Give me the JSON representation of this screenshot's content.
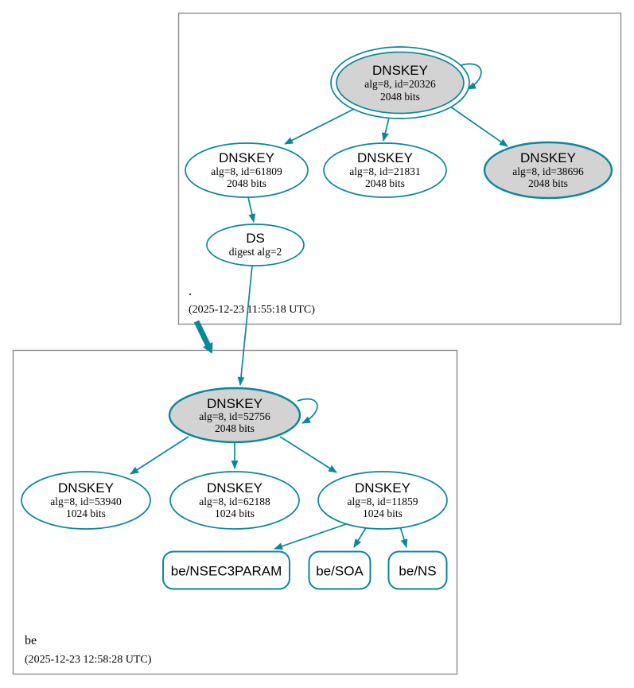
{
  "colors": {
    "secure": "#0a879a",
    "node_fill": "#d3d3d3",
    "box_border": "#8c8c8c",
    "text": "#000000",
    "background": "#ffffff"
  },
  "root_zone": {
    "label": ".",
    "timestamp": "(2025-12-23 11:55:18 UTC)",
    "ksk20326": {
      "title": "DNSKEY",
      "alg": "alg=8, id=20326",
      "bits": "2048 bits"
    },
    "zsk61809": {
      "title": "DNSKEY",
      "alg": "alg=8, id=61809",
      "bits": "2048 bits"
    },
    "zsk21831": {
      "title": "DNSKEY",
      "alg": "alg=8, id=21831",
      "bits": "2048 bits"
    },
    "zsk38696": {
      "title": "DNSKEY",
      "alg": "alg=8, id=38696",
      "bits": "2048 bits"
    },
    "ds": {
      "title": "DS",
      "digest": "digest alg=2"
    }
  },
  "be_zone": {
    "label": "be",
    "timestamp": "(2025-12-23 12:58:28 UTC)",
    "ksk52756": {
      "title": "DNSKEY",
      "alg": "alg=8, id=52756",
      "bits": "2048 bits"
    },
    "zsk53940": {
      "title": "DNSKEY",
      "alg": "alg=8, id=53940",
      "bits": "1024 bits"
    },
    "zsk62188": {
      "title": "DNSKEY",
      "alg": "alg=8, id=62188",
      "bits": "1024 bits"
    },
    "zsk11859": {
      "title": "DNSKEY",
      "alg": "alg=8, id=11859",
      "bits": "1024 bits"
    },
    "rrset_nsec3param": "be/NSEC3PARAM",
    "rrset_soa": "be/SOA",
    "rrset_ns": "be/NS"
  }
}
